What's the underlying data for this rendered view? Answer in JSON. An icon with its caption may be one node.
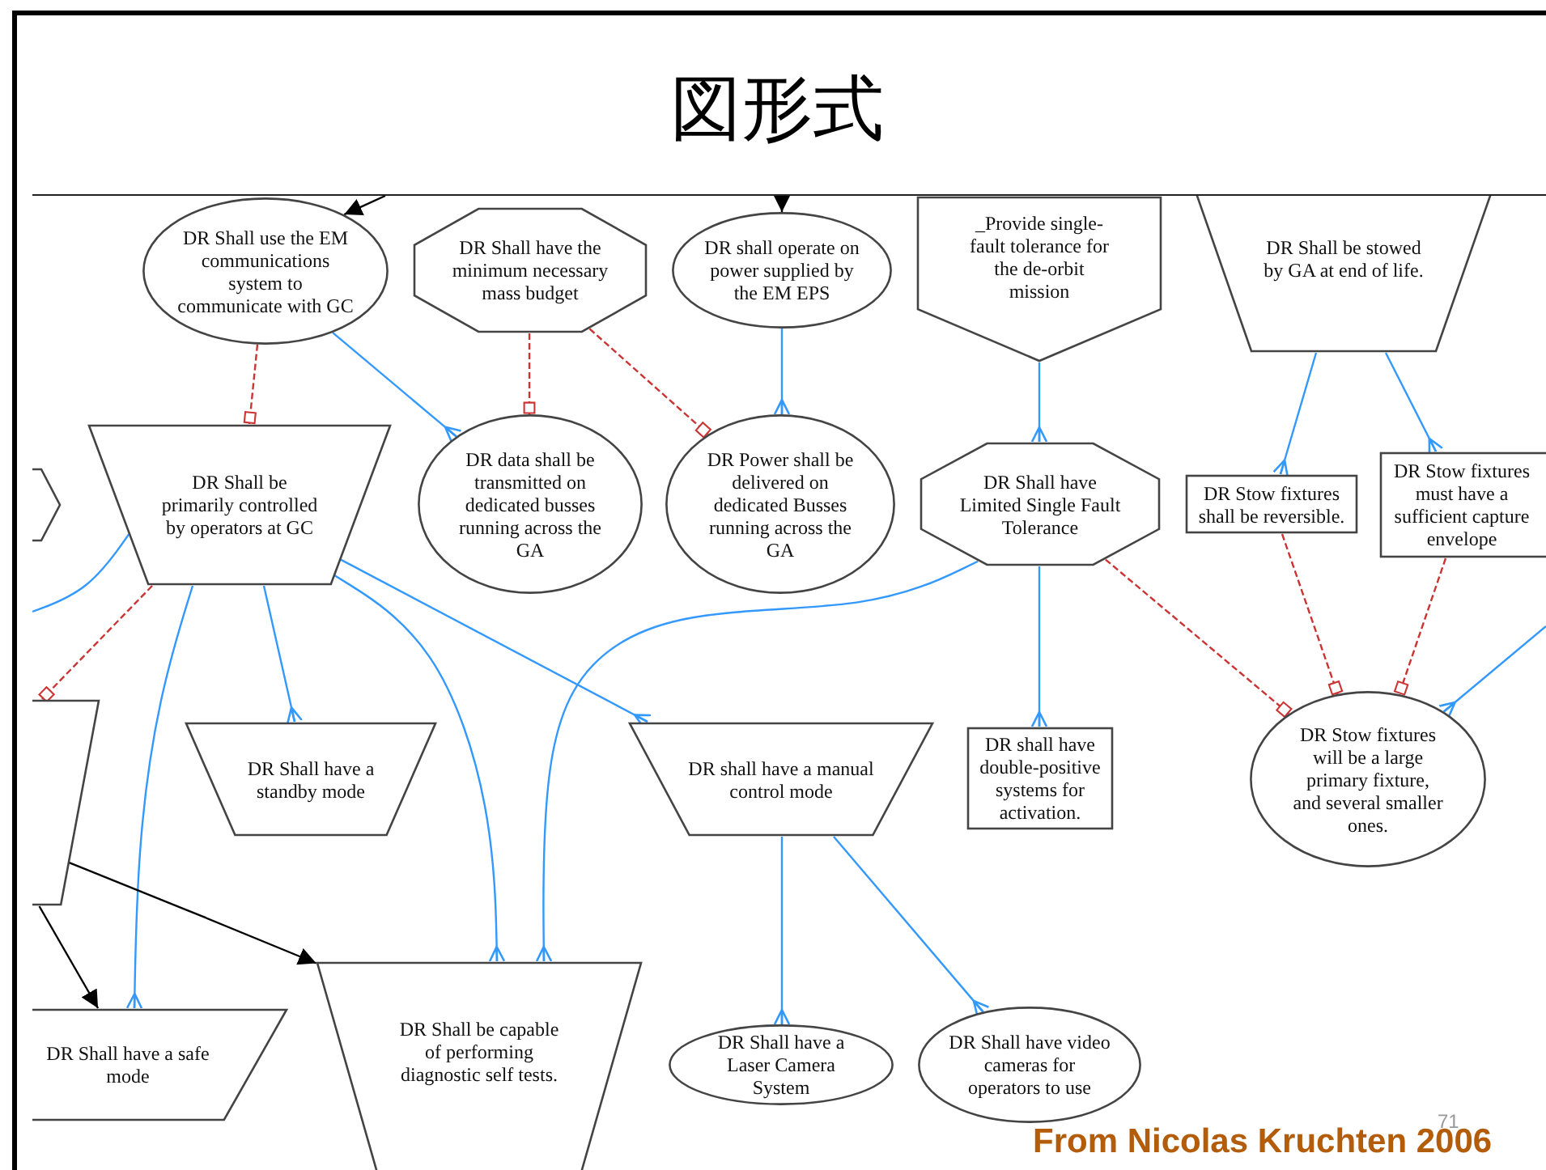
{
  "diagram": {
    "title": "図形式",
    "nodes": [
      {
        "text": [
          "DR Shall use the EM communications system to communicate with GC"
        ]
      },
      {
        "text": [
          "DR Shall have the minimum necessary mass budget"
        ]
      },
      {
        "text": [
          "DR shall operate on power supplied by the EM EPS"
        ]
      },
      {
        "text": [
          "_Provide single-fault tolerance for the de-orbit mission"
        ]
      },
      {
        "text": [
          "DR Shall be stowed by GA at end of life."
        ]
      },
      {
        "text": [],
        "shape": "hexagon"
      },
      {
        "text": [
          "DR Shall be primarily controlled by operators at GC"
        ]
      },
      {
        "text": [
          "DR data shall be transmitted on dedicated busses running across the GA"
        ]
      },
      {
        "text": [
          "DR Power shall be delivered on dedicated Busses running across the GA"
        ]
      },
      {
        "text": [
          "DR Shall have Limited Single Fault Tolerance"
        ]
      },
      {
        "text": [
          "DR Stow fixtures shall be reversible."
        ]
      },
      {
        "text": [
          "DR Stow fixtures must have a sufficient capture envelope"
        ]
      },
      {
        "text": [],
        "shape": "trapezoid"
      },
      {
        "text": [
          "DR Shall have a standby mode"
        ]
      },
      {
        "text": [
          "DR shall have a manual control mode"
        ]
      },
      {
        "text": [
          "DR shall have double-positive systems for activation."
        ]
      },
      {
        "text": [
          "DR Stow fixtures will be a large primary fixture, and several smaller ones."
        ]
      },
      {
        "text": [
          "DR Shall have a safe mode"
        ]
      },
      {
        "text": [
          "DR Shall be capable of performing diagnostic self tests."
        ]
      },
      {
        "text": [
          "DR Shall have a Laser Camera System"
        ]
      },
      {
        "text": [
          "DR Shall have video cameras for operators to use"
        ]
      }
    ],
    "edges": [
      {
        "from": null,
        "to": 0,
        "arrow": "to",
        "color": "#000000"
      },
      {
        "from": null,
        "to": 2,
        "arrow": "to",
        "color": "#000000"
      },
      {
        "from": 0,
        "to": 6,
        "arrow": "other",
        "style": "dashed",
        "color": "#cc3333"
      },
      {
        "from": 0,
        "to": 7,
        "arrow": "other"
      },
      {
        "from": 1,
        "to": 7,
        "arrow": "other",
        "style": "dashed",
        "color": "#cc3333"
      },
      {
        "from": 1,
        "to": 8,
        "arrow": "other",
        "style": "dashed",
        "color": "#cc3333"
      },
      {
        "from": 2,
        "to": 8,
        "arrow": "other"
      },
      {
        "from": 3,
        "to": 9,
        "arrow": "other"
      },
      {
        "from": 4,
        "to": 10,
        "arrow": "other"
      },
      {
        "from": 4,
        "to": 11,
        "arrow": "other"
      },
      {
        "from": 9,
        "to": 15,
        "arrow": "other"
      },
      {
        "from": 9,
        "to": 16,
        "arrow": "other",
        "style": "dashed",
        "color": "#cc3333"
      },
      {
        "from": 10,
        "to": 16,
        "arrow": "other",
        "style": "dashed",
        "color": "#cc3333"
      },
      {
        "from": 11,
        "to": 16,
        "arrow": "other",
        "style": "dashed",
        "color": "#cc3333"
      },
      {
        "from": null,
        "to": 16,
        "arrow": "other"
      },
      {
        "from": null,
        "to": 6,
        "arrow": "none"
      },
      {
        "from": 6,
        "to": 12,
        "arrow": "other",
        "style": "dashed",
        "color": "#cc3333"
      },
      {
        "from": 6,
        "to": 17,
        "arrow": "other"
      },
      {
        "from": 6,
        "to": 13,
        "arrow": "other"
      },
      {
        "from": 6,
        "to": 18,
        "arrow": "other"
      },
      {
        "from": 6,
        "to": 14,
        "arrow": "other"
      },
      {
        "from": 9,
        "to": 18,
        "arrow": "other"
      },
      {
        "from": 12,
        "to": 17,
        "arrow": "to",
        "color": "#000000"
      },
      {
        "from": 12,
        "to": 18,
        "arrow": "to",
        "color": "#000000"
      },
      {
        "from": 14,
        "to": 19,
        "arrow": "other"
      },
      {
        "from": 14,
        "to": 20,
        "arrow": "other"
      }
    ],
    "labels": [
      "71",
      "From Nicolas Kruchten 2006"
    ]
  }
}
